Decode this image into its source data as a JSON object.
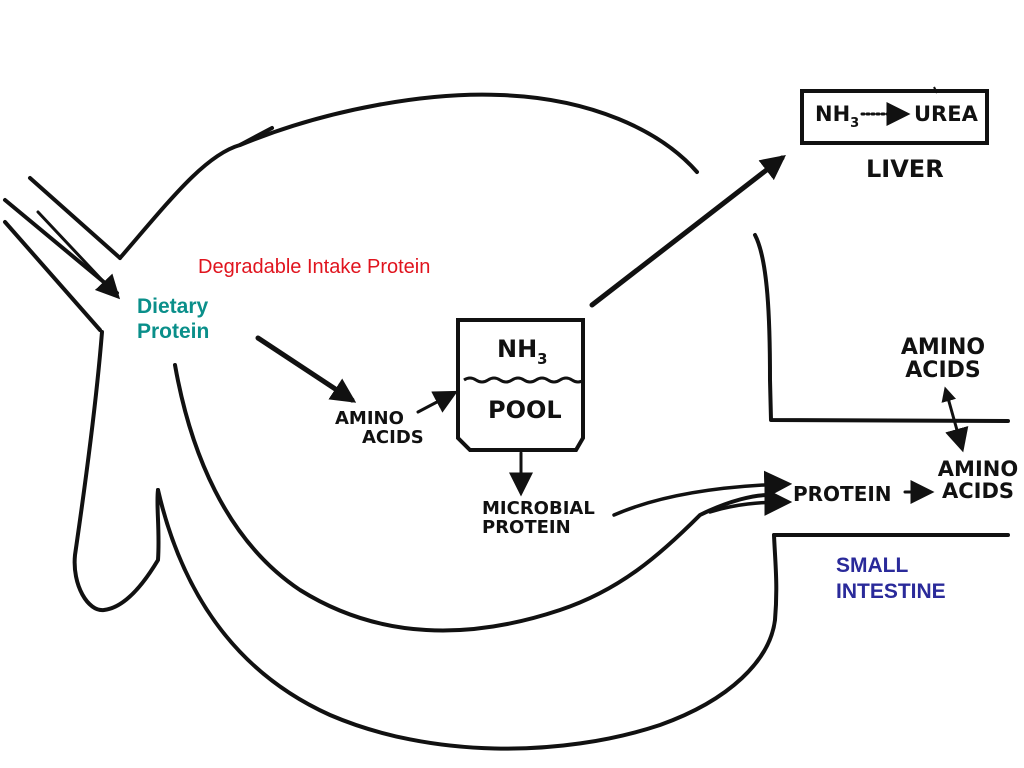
{
  "colors": {
    "line": "#111111",
    "degradable_label": "#e0141e",
    "dietary_label": "#0a8f8a",
    "small_intestine_label": "#2a2a9a"
  },
  "labels": {
    "degradable_intake_protein": "Degradable Intake Protein",
    "dietary_protein_line1": "Dietary",
    "dietary_protein_line2": "Protein",
    "rumen_amino_acids_line1": "AMINO",
    "rumen_amino_acids_line2": "ACIDS",
    "nh3_pool_top": "NH",
    "nh3_pool_subscript": "3",
    "nh3_pool_bottom": "POOL",
    "microbial_protein_line1": "MICROBIAL",
    "microbial_protein_line2": "PROTEIN",
    "liver_nh3": "NH",
    "liver_nh3_subscript": "3",
    "liver_urea": "UREA",
    "liver": "LIVER",
    "blood_amino_acids_line1": "AMINO",
    "blood_amino_acids_line2": "ACIDS",
    "intestine_protein": "PROTEIN",
    "intestine_amino_acids_line1": "AMINO",
    "intestine_amino_acids_line2": "ACIDS",
    "small_intestine_line1": "SMALL",
    "small_intestine_line2": "INTESTINE"
  }
}
